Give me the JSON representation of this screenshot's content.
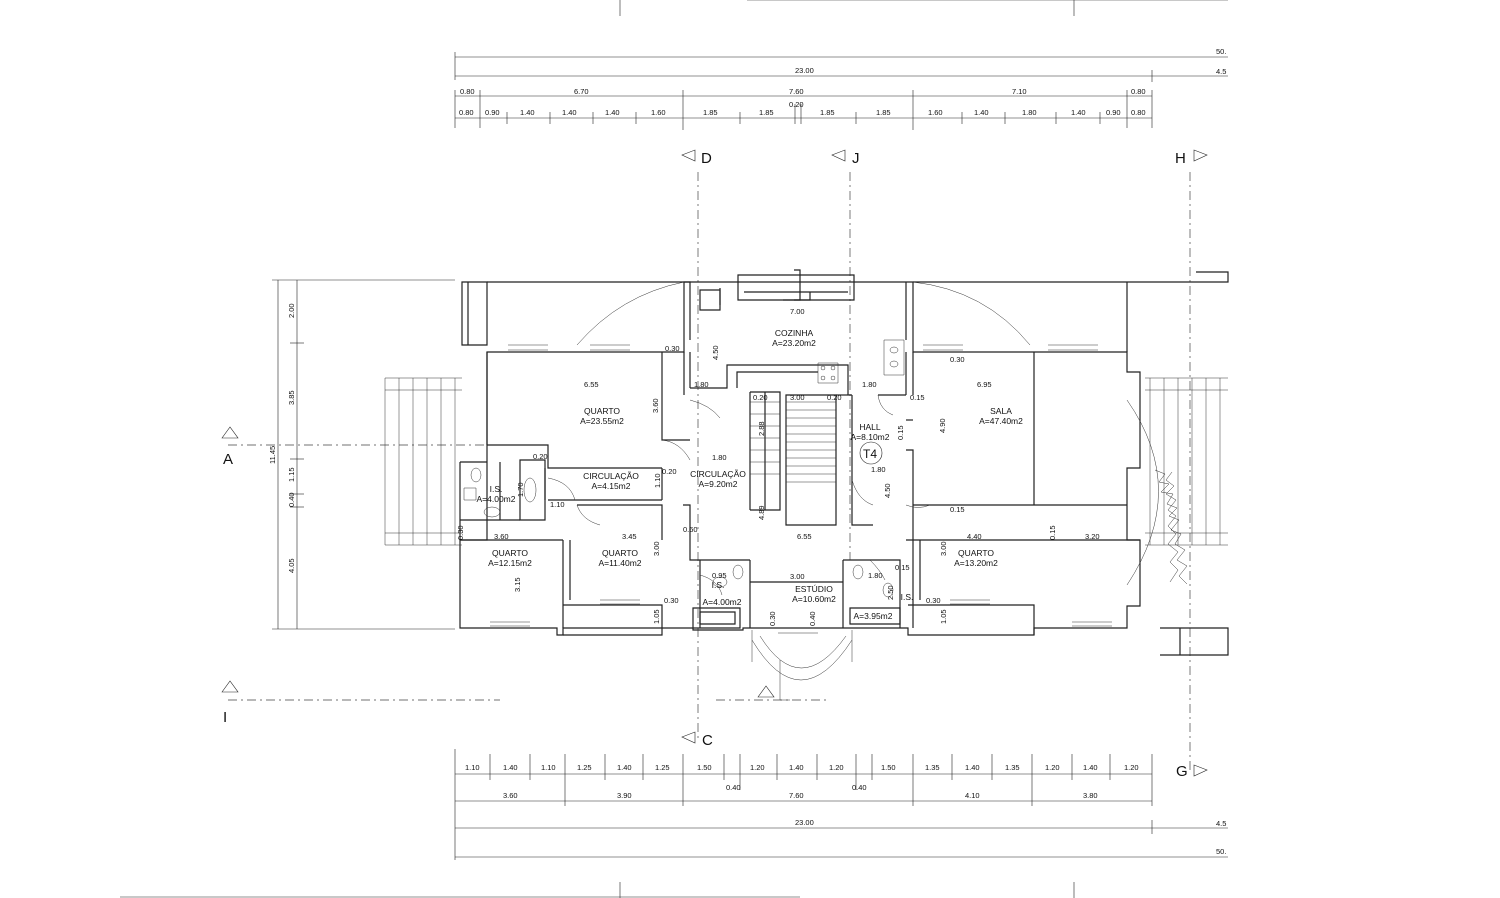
{
  "rooms": [
    {
      "id": "cozinha",
      "name": "COZINHA",
      "area": "A=23.20m2"
    },
    {
      "id": "quarto1",
      "name": "QUARTO",
      "area": "A=23.55m2"
    },
    {
      "id": "sala",
      "name": "SALA",
      "area": "A=47.40m2"
    },
    {
      "id": "hall",
      "name": "HALL",
      "area": "A=8.10m2"
    },
    {
      "id": "circ1",
      "name": "CIRCULAÇÃO",
      "area": "A=4.15m2"
    },
    {
      "id": "circ2",
      "name": "CIRCULAÇÃO",
      "area": "A=9.20m2"
    },
    {
      "id": "is1",
      "name": "I.S.",
      "area": "A=4.00m2"
    },
    {
      "id": "quarto2",
      "name": "QUARTO",
      "area": "A=12.15m2"
    },
    {
      "id": "quarto3",
      "name": "QUARTO",
      "area": "A=11.40m2"
    },
    {
      "id": "is2",
      "name": "I.S.",
      "area": "A=4.00m2"
    },
    {
      "id": "estudio",
      "name": "ESTÚDIO",
      "area": "A=10.60m2"
    },
    {
      "id": "is3",
      "name": "I.S.",
      "area": "A=3.95m2"
    },
    {
      "id": "quarto4",
      "name": "QUARTO",
      "area": "A=13.20m2"
    }
  ],
  "unit_label": "T4",
  "section_markers": [
    "D",
    "J",
    "H",
    "A",
    "I",
    "C",
    "G"
  ],
  "top_dims": {
    "overall": [
      "50.",
      "23.00",
      "4.5"
    ],
    "row1": [
      "0.80",
      "6.70",
      "7.60",
      "7.10",
      "0.80"
    ],
    "center": "0.20",
    "row2": [
      "0.80",
      "0.90",
      "1.40",
      "1.40",
      "1.40",
      "1.60",
      "1.85",
      "1.85",
      "1.85",
      "1.85",
      "1.60",
      "1.40",
      "1.80",
      "1.40",
      "0.90",
      "0.80"
    ]
  },
  "bottom_dims": {
    "row1": [
      "1.10",
      "1.40",
      "1.10",
      "1.25",
      "1.40",
      "1.25",
      "1.50",
      "1.20",
      "1.40",
      "1.20",
      "1.50",
      "1.35",
      "1.40",
      "1.35",
      "1.20",
      "1.40",
      "1.20"
    ],
    "gaps": [
      "0.40",
      "0.40"
    ],
    "row2": [
      "3.60",
      "3.90",
      "7.60",
      "4.10",
      "3.80"
    ],
    "overall": [
      "23.00",
      "4.5",
      "50."
    ]
  },
  "left_dims": [
    "2.00",
    "3.85",
    "11.45",
    "1.15",
    "0.40",
    "4.05"
  ],
  "interior_dims": [
    "7.00",
    "4.50",
    "0.30",
    "6.55",
    "1.80",
    "3.60",
    "0.20",
    "3.00",
    "0.20",
    "2.88",
    "1.80",
    "0.30",
    "6.95",
    "0.15",
    "4.90",
    "0.15",
    "0.20",
    "1.80",
    "0.20",
    "1.10",
    "1.70",
    "1.10",
    "4.50",
    "0.15",
    "4.40",
    "0.15",
    "3.20",
    "3.60",
    "3.45",
    "0.60",
    "4.89",
    "6.55",
    "3.00",
    "3.00",
    "3.00",
    "3.15",
    "0.95",
    "1.80",
    "0.15",
    "2.50",
    "1.05",
    "0.30",
    "0.30",
    "0.30",
    "1.05",
    "0.30",
    "0.40",
    "1.80"
  ]
}
